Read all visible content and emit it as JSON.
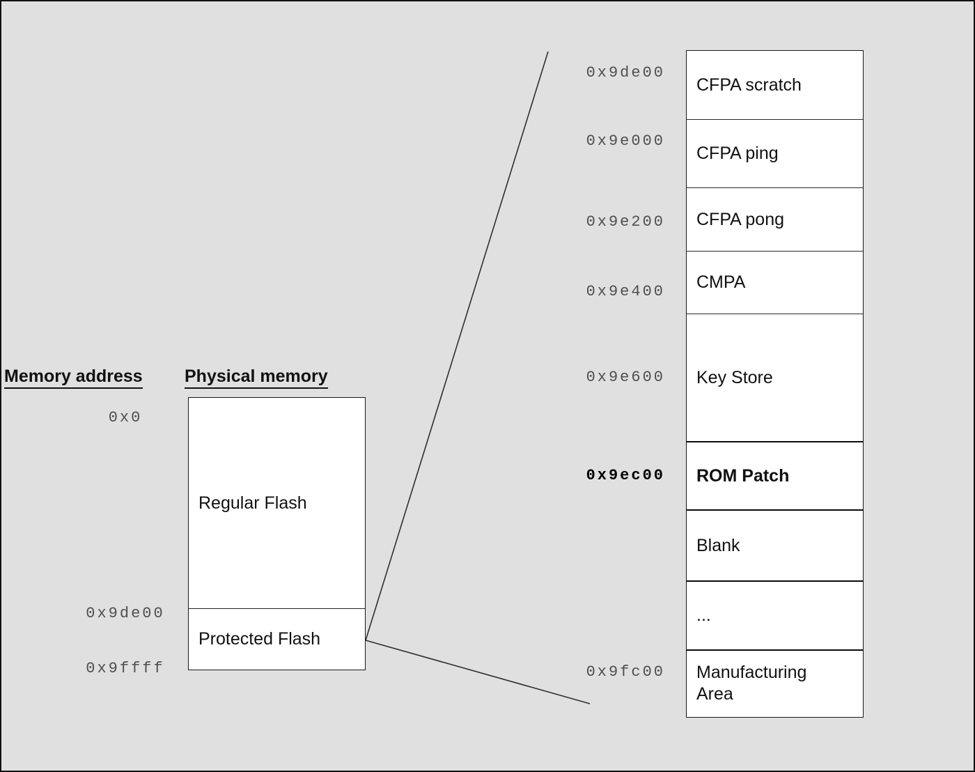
{
  "headers": {
    "memory_address": "Memory address",
    "physical_memory": "Physical memory"
  },
  "physical_memory_map": {
    "addresses": [
      {
        "label": "0x0"
      },
      {
        "label": "0x9de00"
      },
      {
        "label": "0x9ffff"
      }
    ],
    "regions": [
      {
        "label": "Regular Flash"
      },
      {
        "label": "Protected Flash"
      }
    ]
  },
  "protected_flash_detail": {
    "rows": [
      {
        "address": "0x9de00",
        "label": "CFPA scratch",
        "emphasis": false
      },
      {
        "address": "0x9e000",
        "label": "CFPA ping",
        "emphasis": false
      },
      {
        "address": "0x9e200",
        "label": "CFPA pong",
        "emphasis": false
      },
      {
        "address": "0x9e400",
        "label": "CMPA",
        "emphasis": false
      },
      {
        "address": "0x9e600",
        "label": "Key Store",
        "emphasis": false
      },
      {
        "address": "0x9ec00",
        "label": "ROM Patch",
        "emphasis": true
      },
      {
        "address": "",
        "label": "Blank",
        "emphasis": false
      },
      {
        "address": "",
        "label": "...",
        "emphasis": false
      },
      {
        "address": "0x9fc00",
        "label": "Manufacturing Area",
        "emphasis": false
      }
    ]
  },
  "colors": {
    "background": "#e0e0e0",
    "box_fill": "#ffffff",
    "line": "#111111",
    "address_text": "#4f4f4f",
    "emphasis_text": "#000000"
  }
}
